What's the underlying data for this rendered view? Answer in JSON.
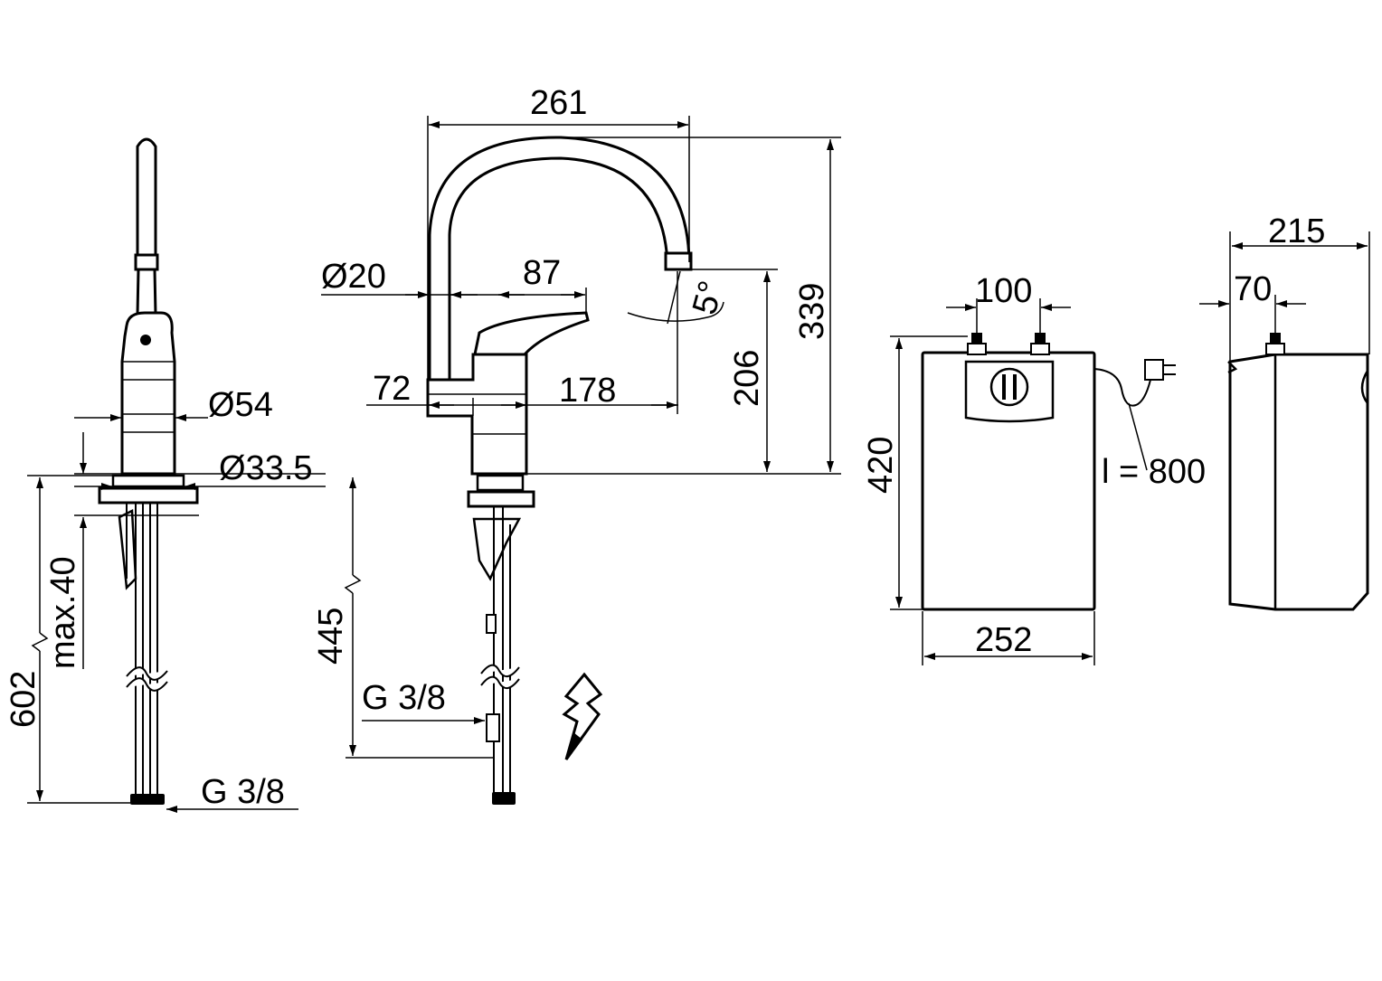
{
  "dimensions": {
    "d261": "261",
    "d339": "339",
    "d206": "206",
    "d87": "87",
    "d178": "178",
    "d72": "72",
    "d5deg": "5°",
    "dia20": "Ø20",
    "dia54": "Ø54",
    "dia33_5": "Ø33.5",
    "max40": "max.40",
    "d602": "602",
    "d445": "445",
    "g38_left": "G 3/8",
    "g38_mid": "G 3/8",
    "d100": "100",
    "d420": "420",
    "d252": "252",
    "cable": "l = 800",
    "d215": "215",
    "d70": "70"
  },
  "icons": {
    "electrical": "lightning-bolt-icon",
    "plug": "power-plug-icon"
  }
}
